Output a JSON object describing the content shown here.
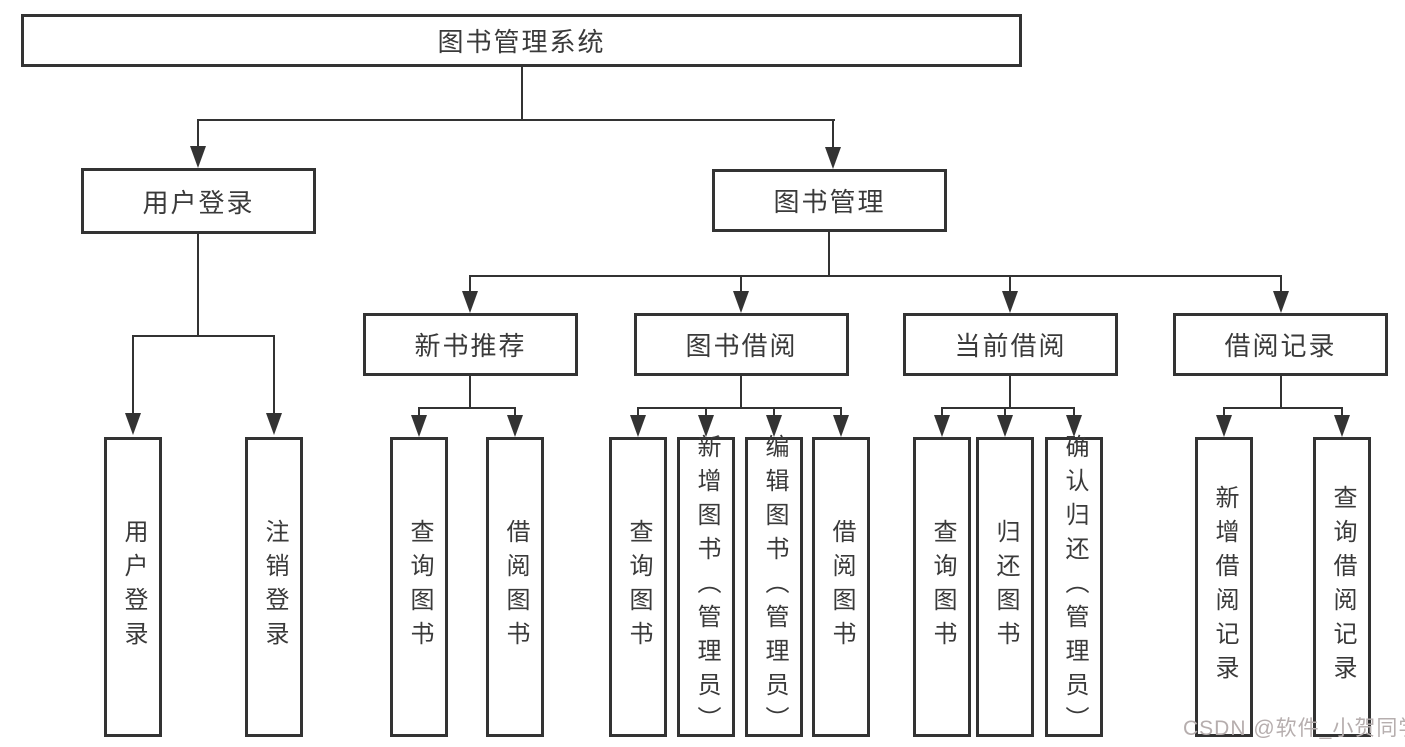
{
  "tree": {
    "root": {
      "label": "图书管理系统"
    },
    "user_branch": {
      "label": "用户登录",
      "children": [
        {
          "label": "用户登录"
        },
        {
          "label": "注销登录"
        }
      ]
    },
    "book_branch": {
      "label": "图书管理",
      "sections": [
        {
          "label": "新书推荐",
          "children": [
            {
              "label": "查询图书"
            },
            {
              "label": "借阅图书"
            }
          ]
        },
        {
          "label": "图书借阅",
          "children": [
            {
              "label": "查询图书"
            },
            {
              "label": "新增图书（管理员）"
            },
            {
              "label": "编辑图书（管理员）"
            },
            {
              "label": "借阅图书"
            }
          ]
        },
        {
          "label": "当前借阅",
          "children": [
            {
              "label": "查询图书"
            },
            {
              "label": "归还图书"
            },
            {
              "label": "确认归还（管理员）"
            }
          ]
        },
        {
          "label": "借阅记录",
          "children": [
            {
              "label": "新增借阅记录"
            },
            {
              "label": "查询借阅记录"
            }
          ]
        }
      ]
    }
  },
  "watermark": {
    "text": "CSDN @软件_小贺同学"
  },
  "colors": {
    "line": "#333333",
    "text": "#3a3a3a",
    "watermark": "#b6aeae",
    "background": "#ffffff"
  }
}
